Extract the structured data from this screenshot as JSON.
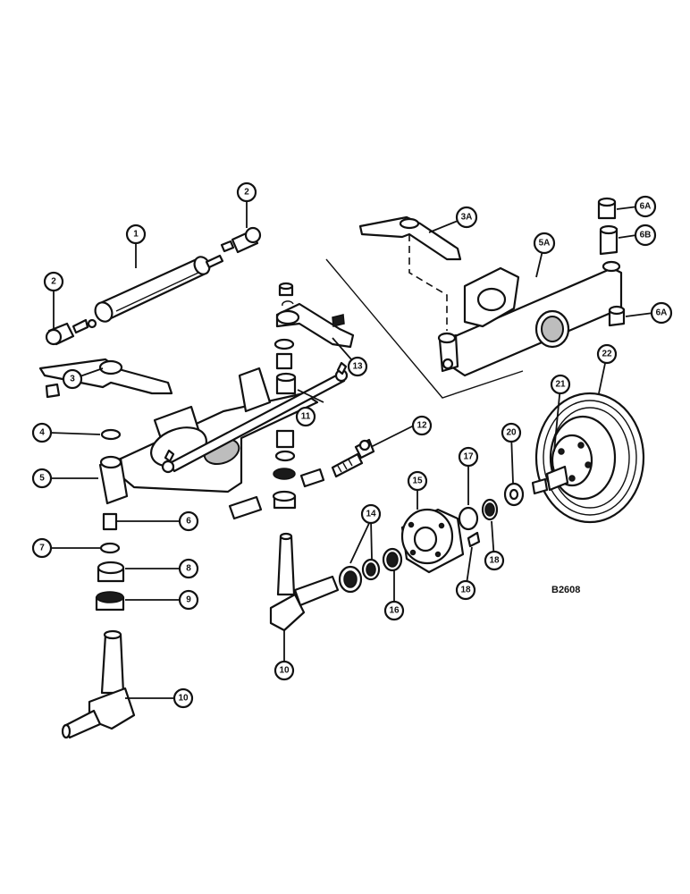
{
  "figure": {
    "code": "B2608"
  },
  "callouts": {
    "c1": "1",
    "c2a": "2",
    "c2b": "2",
    "c3": "3",
    "c3a": "3A",
    "c4": "4",
    "c5": "5",
    "c5a": "5A",
    "c6": "6",
    "c6a1": "6A",
    "c6a2": "6A",
    "c6b": "6B",
    "c7": "7",
    "c8": "8",
    "c9": "9",
    "c10a": "10",
    "c10b": "10",
    "c11": "11",
    "c12": "12",
    "c13": "13",
    "c14": "14",
    "c15": "15",
    "c16": "16",
    "c17": "17",
    "c18a": "18",
    "c18b": "18",
    "c20": "20",
    "c21": "21",
    "c22": "22"
  }
}
